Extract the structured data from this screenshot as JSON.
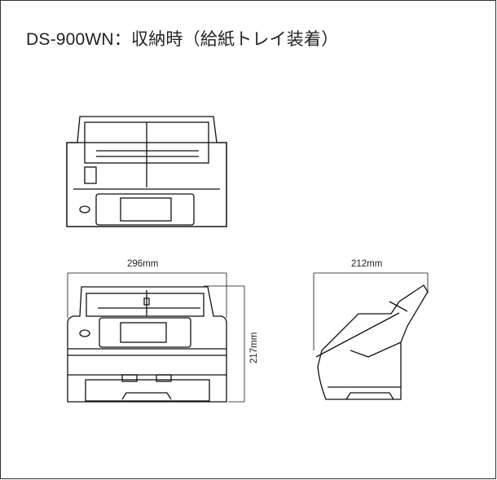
{
  "title": "DS-900WN：収納時（給紙トレイ装着）",
  "dimensions": {
    "width": "296mm",
    "height": "217mm",
    "depth": "212mm"
  }
}
